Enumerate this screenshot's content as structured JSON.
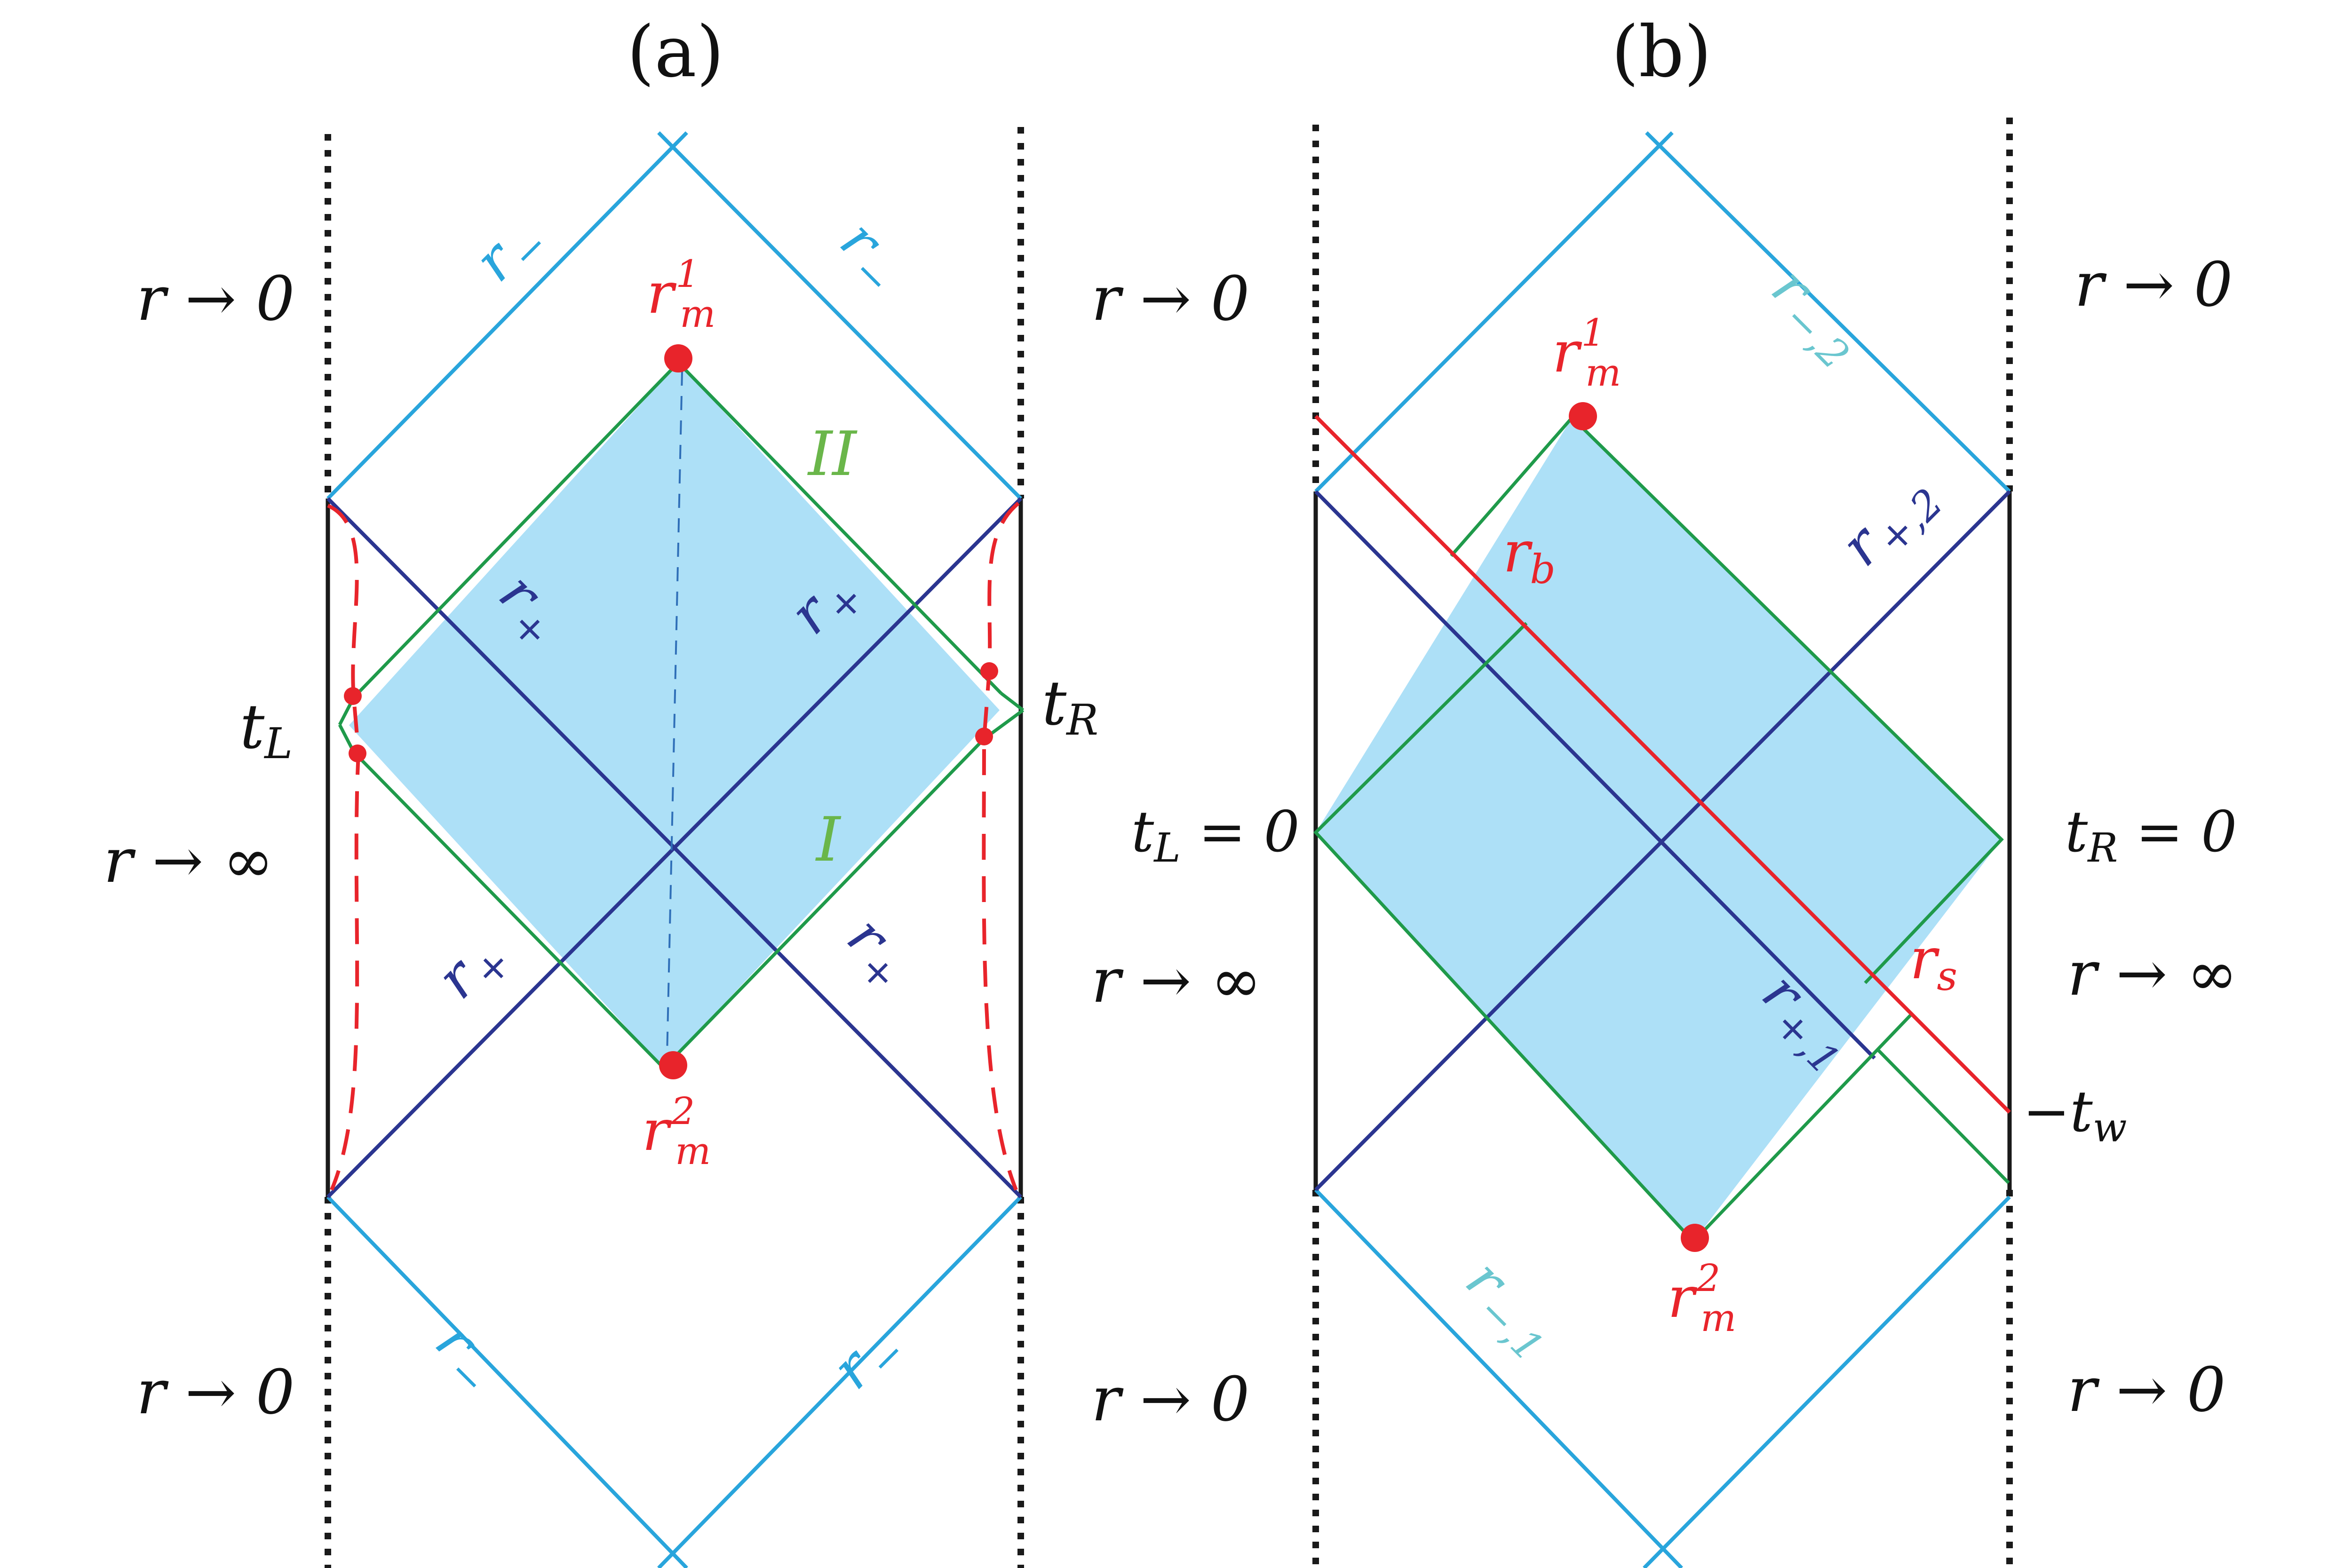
{
  "panel_a": {
    "title": "(a)",
    "r_to_zero": "r → 0",
    "r_to_infinity": "r → ∞",
    "r_minus_sym": "r",
    "r_minus_sub": "−",
    "r_plus_sym": "r",
    "r_plus_sub": "+",
    "region_one": "I",
    "region_two": "II",
    "t_left_sym": "t",
    "t_left_sub": "L",
    "t_right_sym": "t",
    "t_right_sub": "R",
    "rm_sym": "r",
    "rm_sub": "m",
    "rm_top_sup": "1",
    "rm_bottom_sup": "2"
  },
  "panel_b": {
    "title": "(b)",
    "r_to_zero": "r → 0",
    "r_to_infinity": "r → ∞",
    "t_left_sym": "t",
    "t_left_sub": "L",
    "t_left_eq": " = 0",
    "t_right_sym": "t",
    "t_right_sub": "R",
    "t_right_eq": " = 0",
    "tw_prefix": "−",
    "tw_sym": "t",
    "tw_sub": "w",
    "r_minus_2_sub": "−,2",
    "r_minus_1_sub": "−,1",
    "r_plus_2_sub": "+,2",
    "r_plus_1_sub": "+,1",
    "rb_sub": "b",
    "rs_sub": "s",
    "r_sym": "r",
    "rm_sub": "m",
    "rm_top_sup": "1",
    "rm_bottom_sup": "2"
  },
  "colors": {
    "light_blue_line": "#29a5dc",
    "dark_blue_line": "#2b3590",
    "green_line": "#1f9a4a",
    "red": "#e8242b",
    "fill": "#ade0f7",
    "black": "#1a1a1a"
  }
}
